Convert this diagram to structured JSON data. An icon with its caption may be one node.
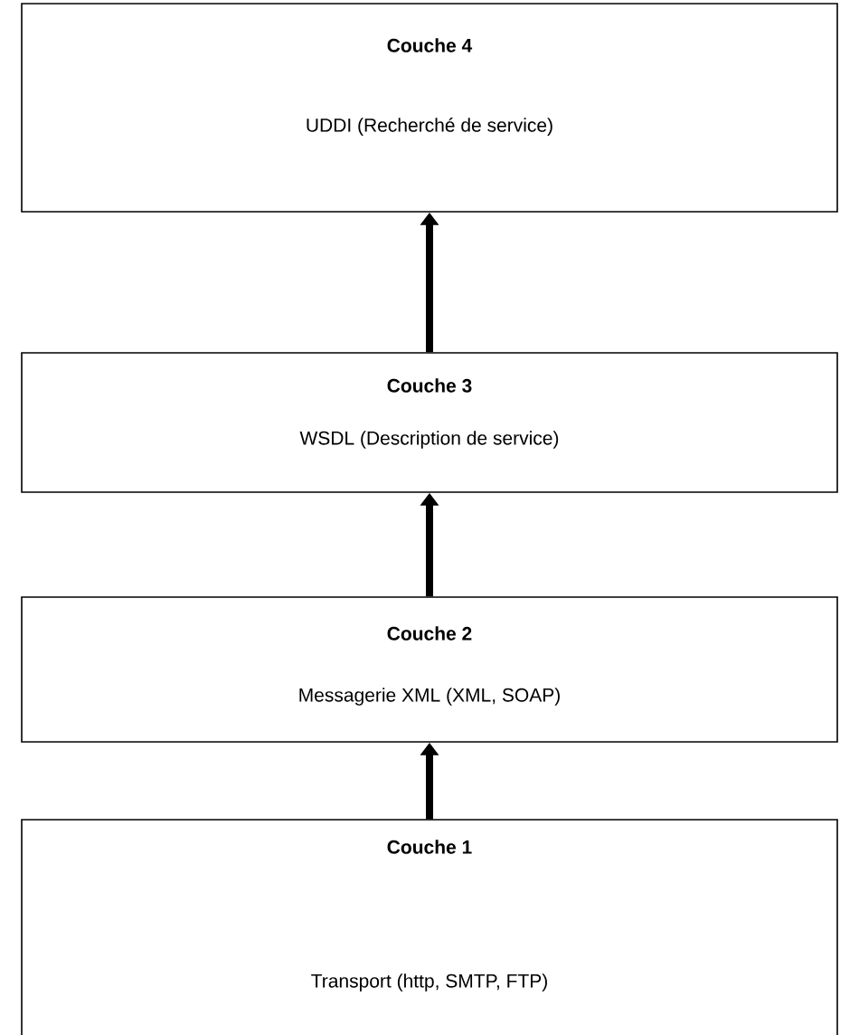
{
  "diagram": {
    "nodes": [
      {
        "text": [
          "Couche 4",
          "UDDI (Recherché de service)"
        ]
      },
      {
        "text": [
          "Couche 3",
          "WSDL (Description de service)"
        ]
      },
      {
        "text": [
          "Couche 2",
          "Messagerie XML (XML, SOAP)"
        ]
      },
      {
        "text": [
          "Couche 1",
          "Transport (http, SMTP, FTP)"
        ]
      }
    ],
    "edges": [
      {
        "from": 3,
        "to": 2,
        "arrow": "to"
      },
      {
        "from": 2,
        "to": 1,
        "arrow": "to"
      },
      {
        "from": 1,
        "to": 0,
        "arrow": "to"
      }
    ]
  }
}
